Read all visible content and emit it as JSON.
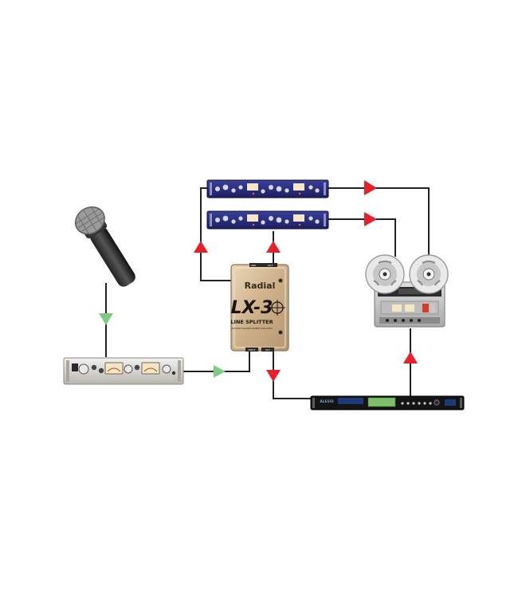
{
  "lx3": {
    "brand": "Radial",
    "model": "LX-3",
    "subtitle": "LINE SPLITTER",
    "tagline": "PASSIVE TRANSFORMER ISOLATED",
    "port_link": "LINK",
    "port_input": "INPUT",
    "port_out": "OUT"
  },
  "reverb": {
    "brand": "ALESIS"
  },
  "colors": {
    "signal_in": "#7ccc84",
    "signal_out": "#e8202a",
    "wire": "#222222"
  },
  "icons": [
    "microphone-icon",
    "preamp-icon",
    "line-splitter-icon",
    "rack-unit-icon",
    "tape-machine-icon",
    "reverb-unit-icon"
  ]
}
